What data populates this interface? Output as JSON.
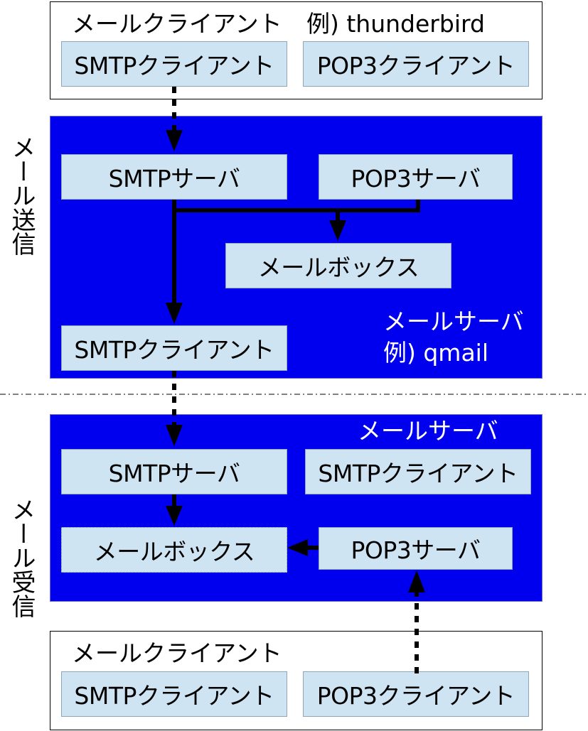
{
  "top_client": {
    "title": "メールクライアント",
    "example": "例) thunderbird",
    "smtp_client": "SMTPクライアント",
    "pop3_client": "POP3クライアント"
  },
  "send_server": {
    "smtp_server": "SMTPサーバ",
    "pop3_server": "POP3サーバ",
    "mailbox": "メールボックス",
    "smtp_client": "SMTPクライアント",
    "name": "メールサーバ",
    "example": "例) qmail"
  },
  "receive_server": {
    "name": "メールサーバ",
    "smtp_server": "SMTPサーバ",
    "smtp_client": "SMTPクライアント",
    "mailbox": "メールボックス",
    "pop3_server": "POP3サーバ"
  },
  "bottom_client": {
    "title": "メールクライアント",
    "smtp_client": "SMTPクライアント",
    "pop3_client": "POP3クライアント"
  },
  "side_labels": {
    "send": "メール送信",
    "receive": "メール受信"
  },
  "colors": {
    "server_panel": "#0000ee",
    "box_fill": "#cfe4f3",
    "arrow": "#000000"
  }
}
